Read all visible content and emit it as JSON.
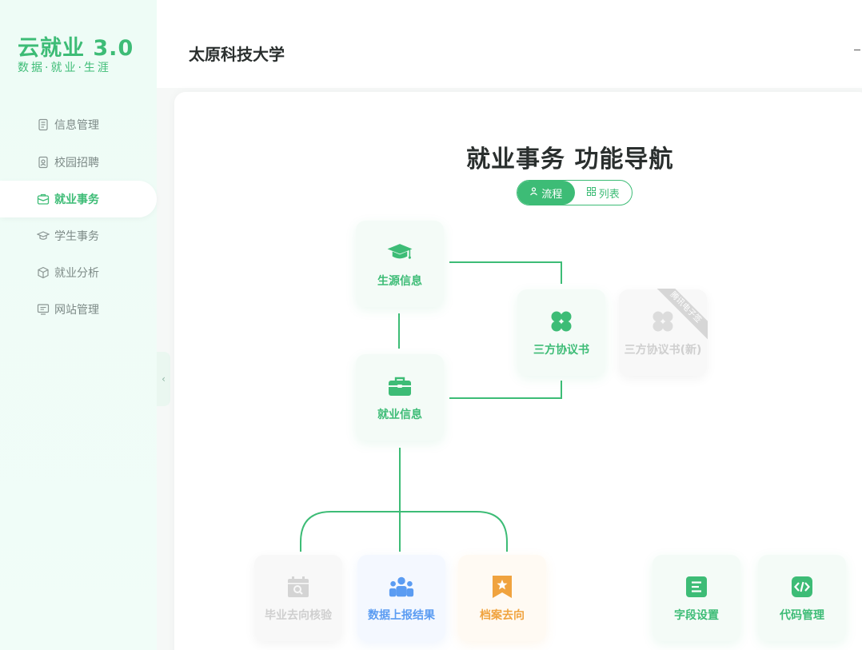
{
  "sidebar": {
    "logo_title": "云就业 3.0",
    "logo_sub": "数据·就业·生涯",
    "items": [
      {
        "label": "信息管理",
        "icon": "document-icon"
      },
      {
        "label": "校园招聘",
        "icon": "badge-icon"
      },
      {
        "label": "就业事务",
        "icon": "briefcase-icon",
        "active": true
      },
      {
        "label": "学生事务",
        "icon": "graduation-cap-icon"
      },
      {
        "label": "就业分析",
        "icon": "cube-icon"
      },
      {
        "label": "网站管理",
        "icon": "monitor-icon"
      }
    ],
    "collapse_glyph": "‹"
  },
  "header": {
    "school": "太原科技大学"
  },
  "main": {
    "title": "就业事务 功能导航",
    "view_toggle": {
      "flow": "流程",
      "list": "列表",
      "selected": "流程"
    },
    "cards": {
      "student_source": "生源信息",
      "employment_info": "就业信息",
      "tripartite": "三方协议书",
      "tripartite_new": "三方协议书(新)",
      "tripartite_new_ribbon": "腾讯电子签",
      "graduation_check": "毕业去向核验",
      "data_report": "数据上报结果",
      "archive": "档案去向",
      "field_settings": "字段设置",
      "code_management": "代码管理"
    }
  },
  "colors": {
    "accent": "#3dbc76",
    "grey": "#cfcfcf",
    "blue": "#5b9cf2",
    "orange": "#f0a33f"
  }
}
